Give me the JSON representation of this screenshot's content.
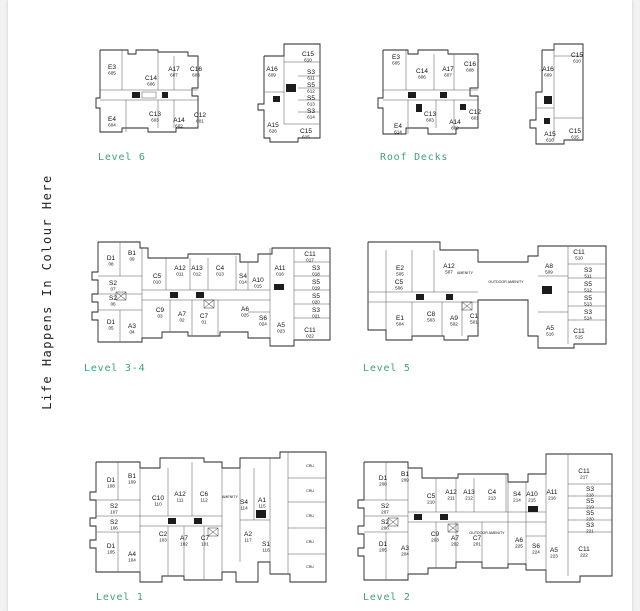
{
  "side_title": "Life Happens In Colour Here",
  "levels": {
    "level6": "Level 6",
    "roof": "Roof Decks",
    "level34": "Level 3-4",
    "level5": "Level 5",
    "level1": "Level 1",
    "level2": "Level 2"
  },
  "amenity_labels": {
    "l5_amenity": "AMENITY",
    "l5_outdoor": "OUTDOOR AMENITY",
    "l1_amenity": "AMENITY",
    "l2_outdoor": "OUTDOOR AMENITY",
    "l1_crus": [
      "CRU",
      "CRU",
      "CRU",
      "CRU",
      "CRU"
    ]
  },
  "units": {
    "level6": [
      {
        "c": "E3",
        "n": "605"
      },
      {
        "c": "C14",
        "n": "606"
      },
      {
        "c": "A17",
        "n": "607"
      },
      {
        "c": "C16",
        "n": "608"
      },
      {
        "c": "E4",
        "n": "604"
      },
      {
        "c": "C13",
        "n": "603"
      },
      {
        "c": "A14",
        "n": "602"
      },
      {
        "c": "C12",
        "n": "601"
      },
      {
        "c": "C15",
        "n": "610"
      },
      {
        "c": "A16",
        "n": "609"
      },
      {
        "c": "S3",
        "n": "611"
      },
      {
        "c": "S5",
        "n": "612"
      },
      {
        "c": "S5",
        "n": "613"
      },
      {
        "c": "S3",
        "n": "614"
      },
      {
        "c": "A15",
        "n": "626"
      },
      {
        "c": "C15",
        "n": "615"
      }
    ],
    "roof": [
      {
        "c": "E3",
        "n": "605"
      },
      {
        "c": "C14",
        "n": "606"
      },
      {
        "c": "A17",
        "n": "607"
      },
      {
        "c": "C16",
        "n": "608"
      },
      {
        "c": "E4",
        "n": "614"
      },
      {
        "c": "C13",
        "n": "603"
      },
      {
        "c": "A14",
        "n": "602"
      },
      {
        "c": "C12",
        "n": "601"
      },
      {
        "c": "C15",
        "n": "610"
      },
      {
        "c": "A16",
        "n": "609"
      },
      {
        "c": "A15",
        "n": "616"
      },
      {
        "c": "C15",
        "n": "615"
      }
    ],
    "level34": [
      {
        "c": "D1",
        "n": "08"
      },
      {
        "c": "B1",
        "n": "09"
      },
      {
        "c": "S2",
        "n": "07"
      },
      {
        "c": "S2",
        "n": "06"
      },
      {
        "c": "D1",
        "n": "05"
      },
      {
        "c": "A3",
        "n": "04"
      },
      {
        "c": "C5",
        "n": "010"
      },
      {
        "c": "A12",
        "n": "011"
      },
      {
        "c": "A13",
        "n": "012"
      },
      {
        "c": "C4",
        "n": "013"
      },
      {
        "c": "C9",
        "n": "03"
      },
      {
        "c": "A7",
        "n": "02"
      },
      {
        "c": "C7",
        "n": "01"
      },
      {
        "c": "S4",
        "n": "014"
      },
      {
        "c": "A10",
        "n": "015"
      },
      {
        "c": "A11",
        "n": "016"
      },
      {
        "c": "A6",
        "n": "025"
      },
      {
        "c": "S6",
        "n": "024"
      },
      {
        "c": "A5",
        "n": "023"
      },
      {
        "c": "C11",
        "n": "017"
      },
      {
        "c": "S3",
        "n": "018"
      },
      {
        "c": "S5",
        "n": "019"
      },
      {
        "c": "S5",
        "n": "020"
      },
      {
        "c": "S3",
        "n": "021"
      },
      {
        "c": "C11",
        "n": "022"
      }
    ],
    "level5": [
      {
        "c": "E2",
        "n": "505"
      },
      {
        "c": "C5",
        "n": "506"
      },
      {
        "c": "A12",
        "n": "507"
      },
      {
        "c": "E1",
        "n": "504"
      },
      {
        "c": "C8",
        "n": "503"
      },
      {
        "c": "A9",
        "n": "502"
      },
      {
        "c": "C1",
        "n": "501"
      },
      {
        "c": "A8",
        "n": "509"
      },
      {
        "c": "C11",
        "n": "510"
      },
      {
        "c": "S3",
        "n": "511"
      },
      {
        "c": "S5",
        "n": "512"
      },
      {
        "c": "S5",
        "n": "513"
      },
      {
        "c": "S3",
        "n": "514"
      },
      {
        "c": "A5",
        "n": "516"
      },
      {
        "c": "C11",
        "n": "515"
      }
    ],
    "level1": [
      {
        "c": "D1",
        "n": "108"
      },
      {
        "c": "B1",
        "n": "109"
      },
      {
        "c": "S2",
        "n": "107"
      },
      {
        "c": "S2",
        "n": "106"
      },
      {
        "c": "D1",
        "n": "105"
      },
      {
        "c": "A4",
        "n": "104"
      },
      {
        "c": "C10",
        "n": "110"
      },
      {
        "c": "A12",
        "n": "111"
      },
      {
        "c": "C6",
        "n": "112"
      },
      {
        "c": "C2",
        "n": "103"
      },
      {
        "c": "A7",
        "n": "102"
      },
      {
        "c": "C7",
        "n": "101"
      },
      {
        "c": "S4",
        "n": "114"
      },
      {
        "c": "A1",
        "n": "115"
      },
      {
        "c": "A2",
        "n": "117"
      },
      {
        "c": "S1",
        "n": "116"
      }
    ],
    "level2": [
      {
        "c": "D1",
        "n": "208"
      },
      {
        "c": "B1",
        "n": "209"
      },
      {
        "c": "S2",
        "n": "207"
      },
      {
        "c": "S2",
        "n": "206"
      },
      {
        "c": "D1",
        "n": "205"
      },
      {
        "c": "A3",
        "n": "204"
      },
      {
        "c": "C5",
        "n": "210"
      },
      {
        "c": "A12",
        "n": "211"
      },
      {
        "c": "A13",
        "n": "212"
      },
      {
        "c": "C4",
        "n": "213"
      },
      {
        "c": "C9",
        "n": "203"
      },
      {
        "c": "A7",
        "n": "202"
      },
      {
        "c": "C7",
        "n": "201"
      },
      {
        "c": "S4",
        "n": "214"
      },
      {
        "c": "A10",
        "n": "215"
      },
      {
        "c": "A11",
        "n": "216"
      },
      {
        "c": "A6",
        "n": "225"
      },
      {
        "c": "S6",
        "n": "224"
      },
      {
        "c": "A5",
        "n": "223"
      },
      {
        "c": "C11",
        "n": "217"
      },
      {
        "c": "S3",
        "n": "218"
      },
      {
        "c": "S5",
        "n": "219"
      },
      {
        "c": "S5",
        "n": "220"
      },
      {
        "c": "S3",
        "n": "221"
      },
      {
        "c": "C11",
        "n": "222"
      }
    ]
  }
}
